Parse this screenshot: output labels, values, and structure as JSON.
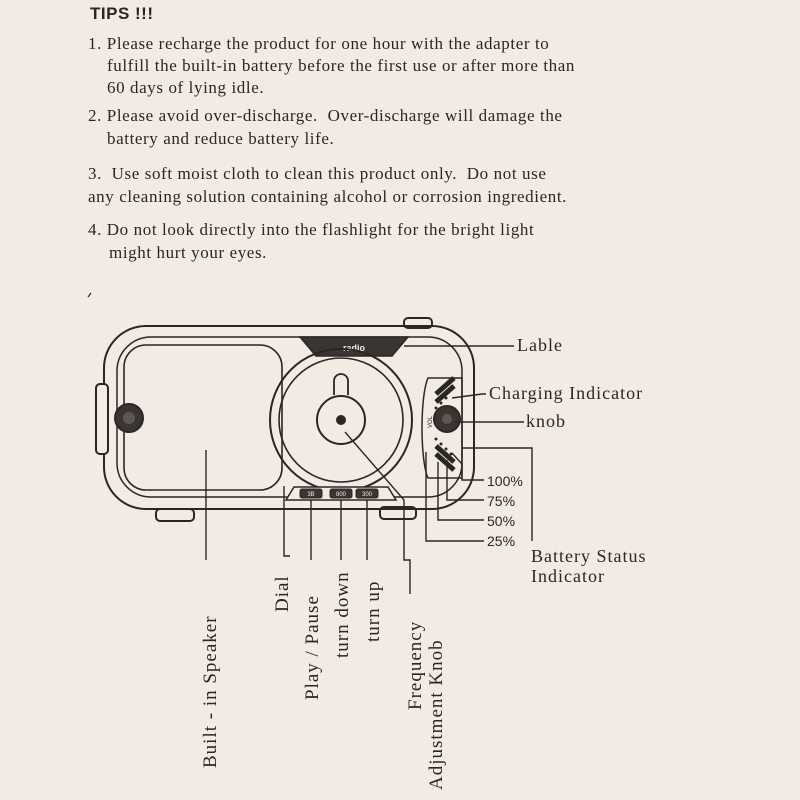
{
  "tips": {
    "title": "TIPS  !!!",
    "items": [
      {
        "lines": [
          "1. Please recharge the product for one hour with the adapter to",
          "fulfill the built-in battery before the first use or after more than",
          "60 days of lying idle."
        ]
      },
      {
        "lines": [
          "2. Please avoid over-discharge.  Over-discharge will damage the",
          "battery and reduce battery life."
        ]
      },
      {
        "lines": [
          "3.  Use soft moist cloth to clean this product only.  Do not use",
          "any cleaning solution containing alcohol or corrosion ingredient."
        ]
      },
      {
        "lines": [
          "4. Do not look directly into the flashlight for the bright light",
          "might hurt your eyes."
        ]
      }
    ]
  },
  "diagram": {
    "device_label_text": "radio",
    "button_labels": [
      "3B",
      "800",
      "300"
    ],
    "vol_text": "VOL",
    "callouts": {
      "lable": "Lable",
      "charging_indicator": "Charging Indicator",
      "knob": "knob",
      "battery_status": [
        "Battery Status",
        "Indicator"
      ],
      "built_in_speaker": "Built - in Speaker",
      "dial": "Dial",
      "play_pause": "Play / Pause",
      "turn_down": "turn down",
      "turn_up": "turn up",
      "frequency": [
        "Frequency",
        "Adjustment Knob"
      ]
    },
    "battery_levels": [
      "100%",
      "75%",
      "50%",
      "25%"
    ]
  }
}
